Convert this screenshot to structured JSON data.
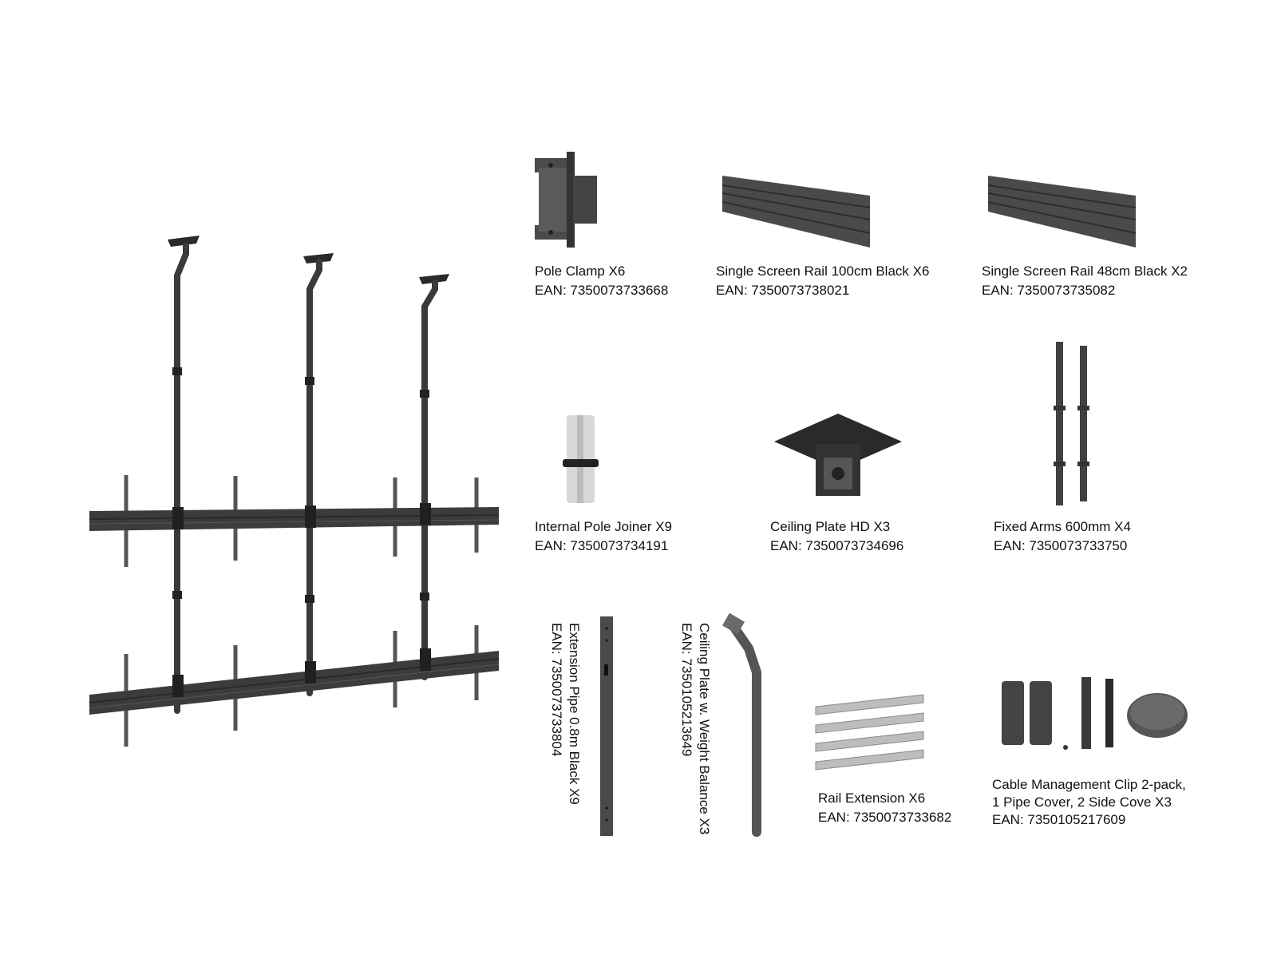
{
  "parts": [
    {
      "name": "Pole Clamp X6",
      "ean": "EAN: 7350073733668"
    },
    {
      "name": "Single Screen Rail 100cm Black X6",
      "ean": "EAN: 7350073738021"
    },
    {
      "name": "Single Screen Rail 48cm Black X2",
      "ean": "EAN: 7350073735082"
    },
    {
      "name": "Internal Pole Joiner X9",
      "ean": "EAN: 7350073734191"
    },
    {
      "name": "Ceiling Plate HD X3",
      "ean": "EAN: 7350073734696"
    },
    {
      "name": "Fixed Arms 600mm X4",
      "ean": "EAN: 7350073733750"
    },
    {
      "name": "Extension Pipe 0.8m Black X9",
      "ean": "EAN: 7350073733804"
    },
    {
      "name": "Ceiling Plate w. Weight Balance X3",
      "ean": "EAN: 7350105213649"
    },
    {
      "name": "Rail Extension X6",
      "ean": "EAN: 7350073733682"
    },
    {
      "name": "Cable Management Clip 2-pack,",
      "name2": "1 Pipe Cover, 2 Side Cove X3",
      "ean": "EAN: 7350105217609"
    }
  ],
  "colors": {
    "metal": "#3f3f3f",
    "dark": "#2a2a2a",
    "light_metal": "#9a9a9a",
    "silver": "#c8c8c8"
  }
}
